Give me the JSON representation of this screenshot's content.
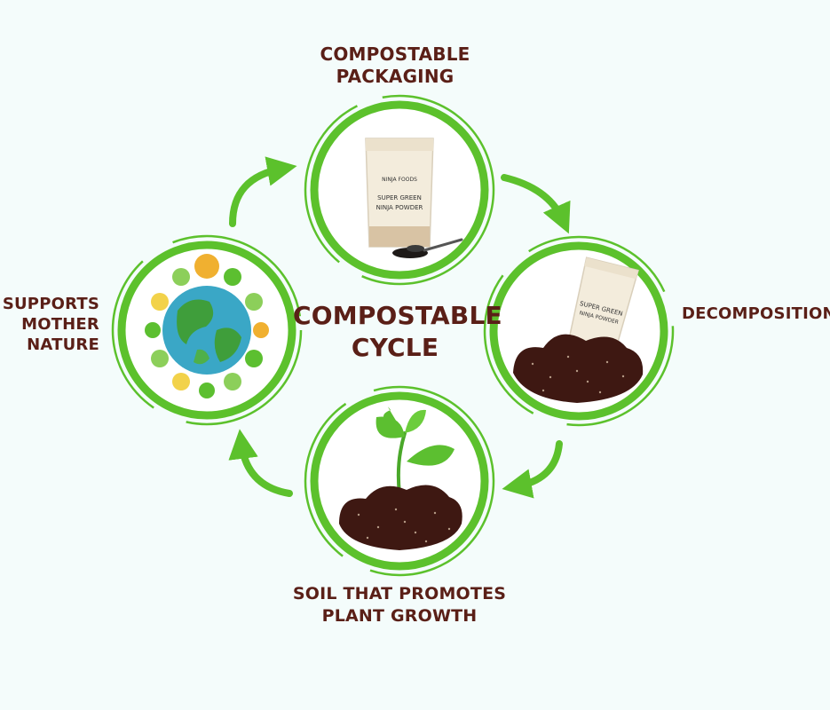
{
  "diagram": {
    "center_title": [
      "COMPOSTABLE",
      "CYCLE"
    ],
    "stages": {
      "packaging": {
        "label": [
          "COMPOSTABLE",
          "PACKAGING"
        ]
      },
      "decomposition": {
        "label": [
          "DECOMPOSITION"
        ]
      },
      "soil": {
        "label": [
          "SOIL THAT PROMOTES",
          "PLANT GROWTH"
        ]
      },
      "nature": {
        "label": [
          "SUPPORTS",
          "MOTHER",
          "NATURE"
        ]
      }
    },
    "pouch_text": {
      "brand": "NINJA FOODS",
      "product": [
        "SUPER GREEN",
        "NINJA POWDER"
      ]
    }
  },
  "colors": {
    "ring": "#5cc12c",
    "label": "#5a1f17",
    "soil": "#3e1812",
    "leaf": "#5cbf30",
    "globe_water": "#3aa7c6",
    "globe_land": "#3f9e3b",
    "pouch": "#f3ecdc"
  }
}
